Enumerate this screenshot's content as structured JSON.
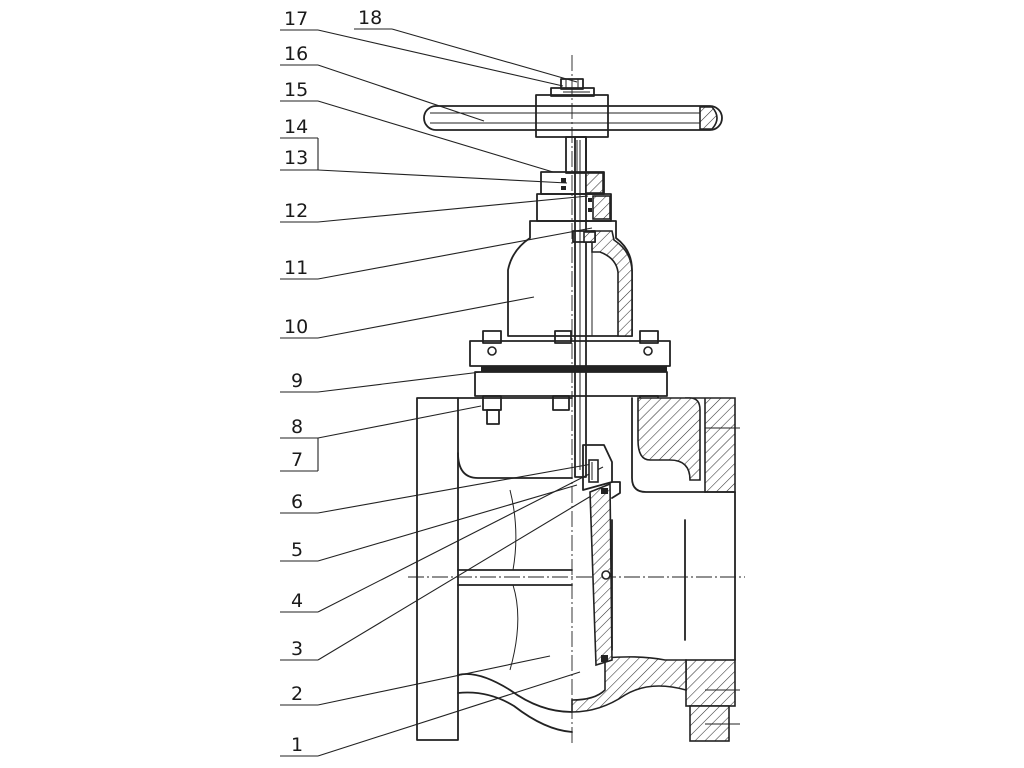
{
  "callouts": [
    {
      "id": "17",
      "label": "17"
    },
    {
      "id": "18",
      "label": "18"
    },
    {
      "id": "16",
      "label": "16"
    },
    {
      "id": "15",
      "label": "15"
    },
    {
      "id": "14",
      "label": "14"
    },
    {
      "id": "13",
      "label": "13"
    },
    {
      "id": "12",
      "label": "12"
    },
    {
      "id": "11",
      "label": "11"
    },
    {
      "id": "10",
      "label": "10"
    },
    {
      "id": "9",
      "label": "9"
    },
    {
      "id": "8",
      "label": "8"
    },
    {
      "id": "7",
      "label": "7"
    },
    {
      "id": "6",
      "label": "6"
    },
    {
      "id": "5",
      "label": "5"
    },
    {
      "id": "4",
      "label": "4"
    },
    {
      "id": "3",
      "label": "3"
    },
    {
      "id": "2",
      "label": "2"
    },
    {
      "id": "1",
      "label": "1"
    }
  ],
  "colors": {
    "ink": "#222222",
    "background": "#ffffff"
  }
}
